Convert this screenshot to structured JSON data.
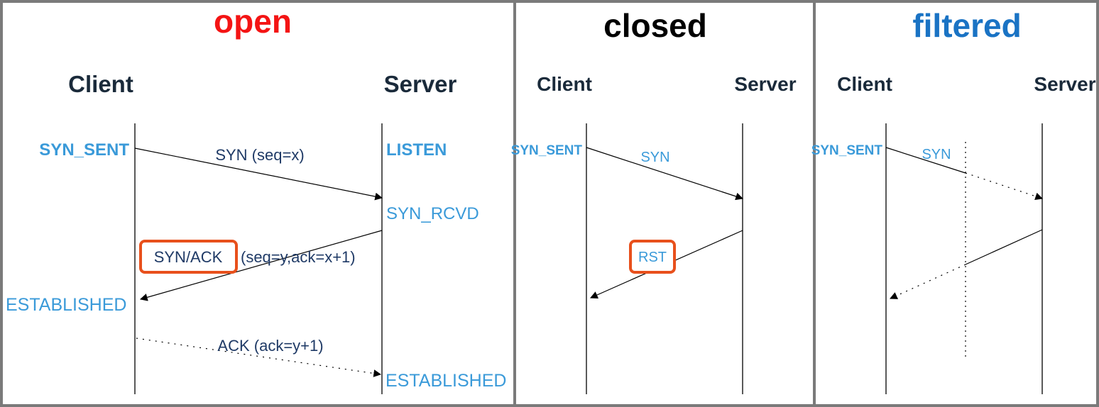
{
  "colors": {
    "open_title": "#f41414",
    "closed_title": "#000000",
    "filtered_title": "#1a73c4",
    "state_text": "#3a9ad9",
    "message_text": "#1f3a66",
    "actor_text": "#1a2a3a",
    "highlight_box": "#e8501c",
    "border": "#7a7a7a"
  },
  "panels": {
    "open": {
      "title": "open",
      "client_label": "Client",
      "server_label": "Server",
      "client_state_1": "SYN_SENT",
      "server_state_1": "LISTEN",
      "server_state_2": "SYN_RCVD",
      "client_state_2": "ESTABLISHED",
      "server_state_3": "ESTABLISHED",
      "msg_syn": "SYN (seq=x)",
      "msg_synack_boxed": "SYN/ACK",
      "msg_synack_rest": "(seq=y,ack=x+1)",
      "msg_ack": "ACK (ack=y+1)"
    },
    "closed": {
      "title": "closed",
      "client_label": "Client",
      "server_label": "Server",
      "client_state_1": "SYN_SENT",
      "msg_syn": "SYN",
      "msg_rst": "RST"
    },
    "filtered": {
      "title": "filtered",
      "client_label": "Client",
      "server_label": "Server",
      "client_state_1": "SYN_SENT",
      "msg_syn": "SYN"
    }
  }
}
